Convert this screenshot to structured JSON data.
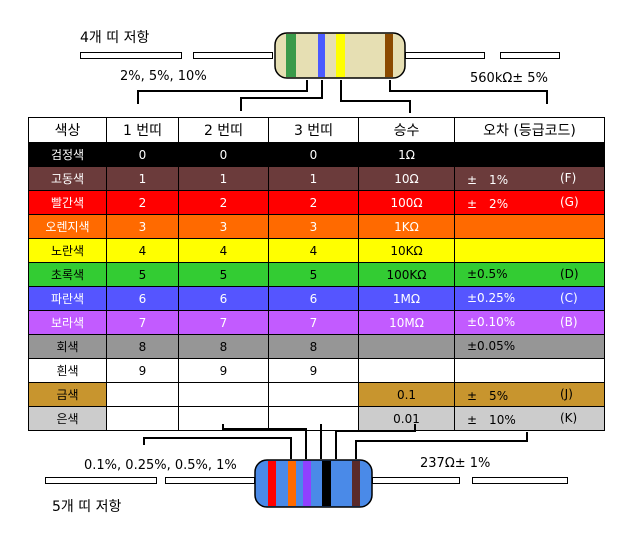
{
  "top": {
    "title": "4개 띠 저항",
    "left_label": "2%, 5%, 10%",
    "right_label": "560kΩ± 5%"
  },
  "bottom": {
    "title": "5개 띠 저항",
    "left_label": "0.1%, 0.25%, 0.5%, 1%",
    "right_label": "237Ω± 1%"
  },
  "table": {
    "headers": [
      "색상",
      "1 번띠",
      "2 번띠",
      "3 번띠",
      "승수",
      "오차 (등급코드)"
    ],
    "rows": [
      {
        "name": "검정색",
        "d1": "0",
        "d2": "0",
        "d3": "0",
        "mult": "1Ω",
        "tol": "",
        "code": "",
        "bg": "#000000",
        "fg": "#ffffff",
        "fill": "all"
      },
      {
        "name": "고동색",
        "d1": "1",
        "d2": "1",
        "d3": "1",
        "mult": "10Ω",
        "tol": "±　1%",
        "code": "(F)",
        "bg": "#6b3b3b",
        "fg": "#ffffff",
        "fill": "all"
      },
      {
        "name": "빨간색",
        "d1": "2",
        "d2": "2",
        "d3": "2",
        "mult": "100Ω",
        "tol": "±　2%",
        "code": "(G)",
        "bg": "#ff0000",
        "fg": "#ffffff",
        "fill": "all"
      },
      {
        "name": "오렌지색",
        "d1": "3",
        "d2": "3",
        "d3": "3",
        "mult": "1KΩ",
        "tol": "",
        "code": "",
        "bg": "#ff6a00",
        "fg": "#ffffff",
        "fill": "all"
      },
      {
        "name": "노란색",
        "d1": "4",
        "d2": "4",
        "d3": "4",
        "mult": "10KΩ",
        "tol": "",
        "code": "",
        "bg": "#ffff00",
        "fg": "#000000",
        "fill": "all"
      },
      {
        "name": "초록색",
        "d1": "5",
        "d2": "5",
        "d3": "5",
        "mult": "100KΩ",
        "tol": "±0.5%",
        "code": "(D)",
        "bg": "#33cc33",
        "fg": "#000000",
        "fill": "all"
      },
      {
        "name": "파란색",
        "d1": "6",
        "d2": "6",
        "d3": "6",
        "mult": "1MΩ",
        "tol": "±0.25%",
        "code": "(C)",
        "bg": "#5555ff",
        "fg": "#ffffff",
        "fill": "all"
      },
      {
        "name": "보라색",
        "d1": "7",
        "d2": "7",
        "d3": "7",
        "mult": "10MΩ",
        "tol": "±0.10%",
        "code": "(B)",
        "bg": "#c25bff",
        "fg": "#ffffff",
        "fill": "all"
      },
      {
        "name": "회색",
        "d1": "8",
        "d2": "8",
        "d3": "8",
        "mult": "",
        "tol": "±0.05%",
        "code": "",
        "bg": "#969696",
        "fg": "#000000",
        "fill": "all"
      },
      {
        "name": "흰색",
        "d1": "9",
        "d2": "9",
        "d3": "9",
        "mult": "",
        "tol": "",
        "code": "",
        "bg": "#ffffff",
        "fg": "#000000",
        "fill": "all"
      },
      {
        "name": "금색",
        "d1": "",
        "d2": "",
        "d3": "",
        "mult": "0.1",
        "tol": "±　5%",
        "code": "(J)",
        "bg": "#c8952e",
        "fg": "#000000",
        "fill": "partial"
      },
      {
        "name": "은색",
        "d1": "",
        "d2": "",
        "d3": "",
        "mult": "0.01",
        "tol": "±　10%",
        "code": "(K)",
        "bg": "#cccccc",
        "fg": "#000000",
        "fill": "partial"
      }
    ]
  },
  "resistor_top_bands": [
    "#3a9a4a",
    "#4a5aff",
    "#ffff00",
    "#8b4a00"
  ],
  "resistor_bottom_bands": [
    "#ff0000",
    "#ff6a00",
    "#9040ff",
    "#000000",
    "#5a2a2a"
  ],
  "body_color": "#e6dfb3",
  "body_color_bottom": "#4a8ae8"
}
